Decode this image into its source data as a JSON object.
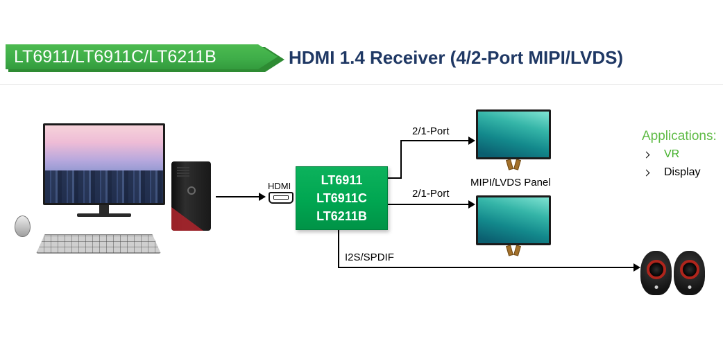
{
  "header": {
    "banner_text": "LT6911/LT6911C/LT6211B",
    "title": "HDMI 1.4 Receiver (4/2-Port MIPI/LVDS)"
  },
  "diagram": {
    "hdmi_label": "HDMI",
    "chip_lines": [
      "LT6911",
      "LT6911C",
      "LT6211B"
    ],
    "top_port_label": "2/1-Port",
    "bottom_port_label": "2/1-Port",
    "panel_label": "MIPI/LVDS  Panel",
    "audio_label": "I2S/SPDIF",
    "icons": {
      "source": "desktop-computer-icon",
      "hdmi": "hdmi-connector-icon",
      "panel": "mipi-lvds-panel-icon",
      "audio": "stereo-speakers-icon",
      "bullet": "arrow-bullet-icon"
    }
  },
  "applications": {
    "title": "Applications:",
    "items": [
      {
        "label": "VR",
        "color": "#43B02A"
      },
      {
        "label": "Display",
        "color": "#000000"
      }
    ]
  },
  "colors": {
    "banner_green": "#3FAE49",
    "banner_shadow_green": "#2E8B33",
    "chip_green": "#00A651",
    "title_navy": "#1F3864",
    "applications_green": "#5FBB46",
    "line_black": "#000000"
  }
}
